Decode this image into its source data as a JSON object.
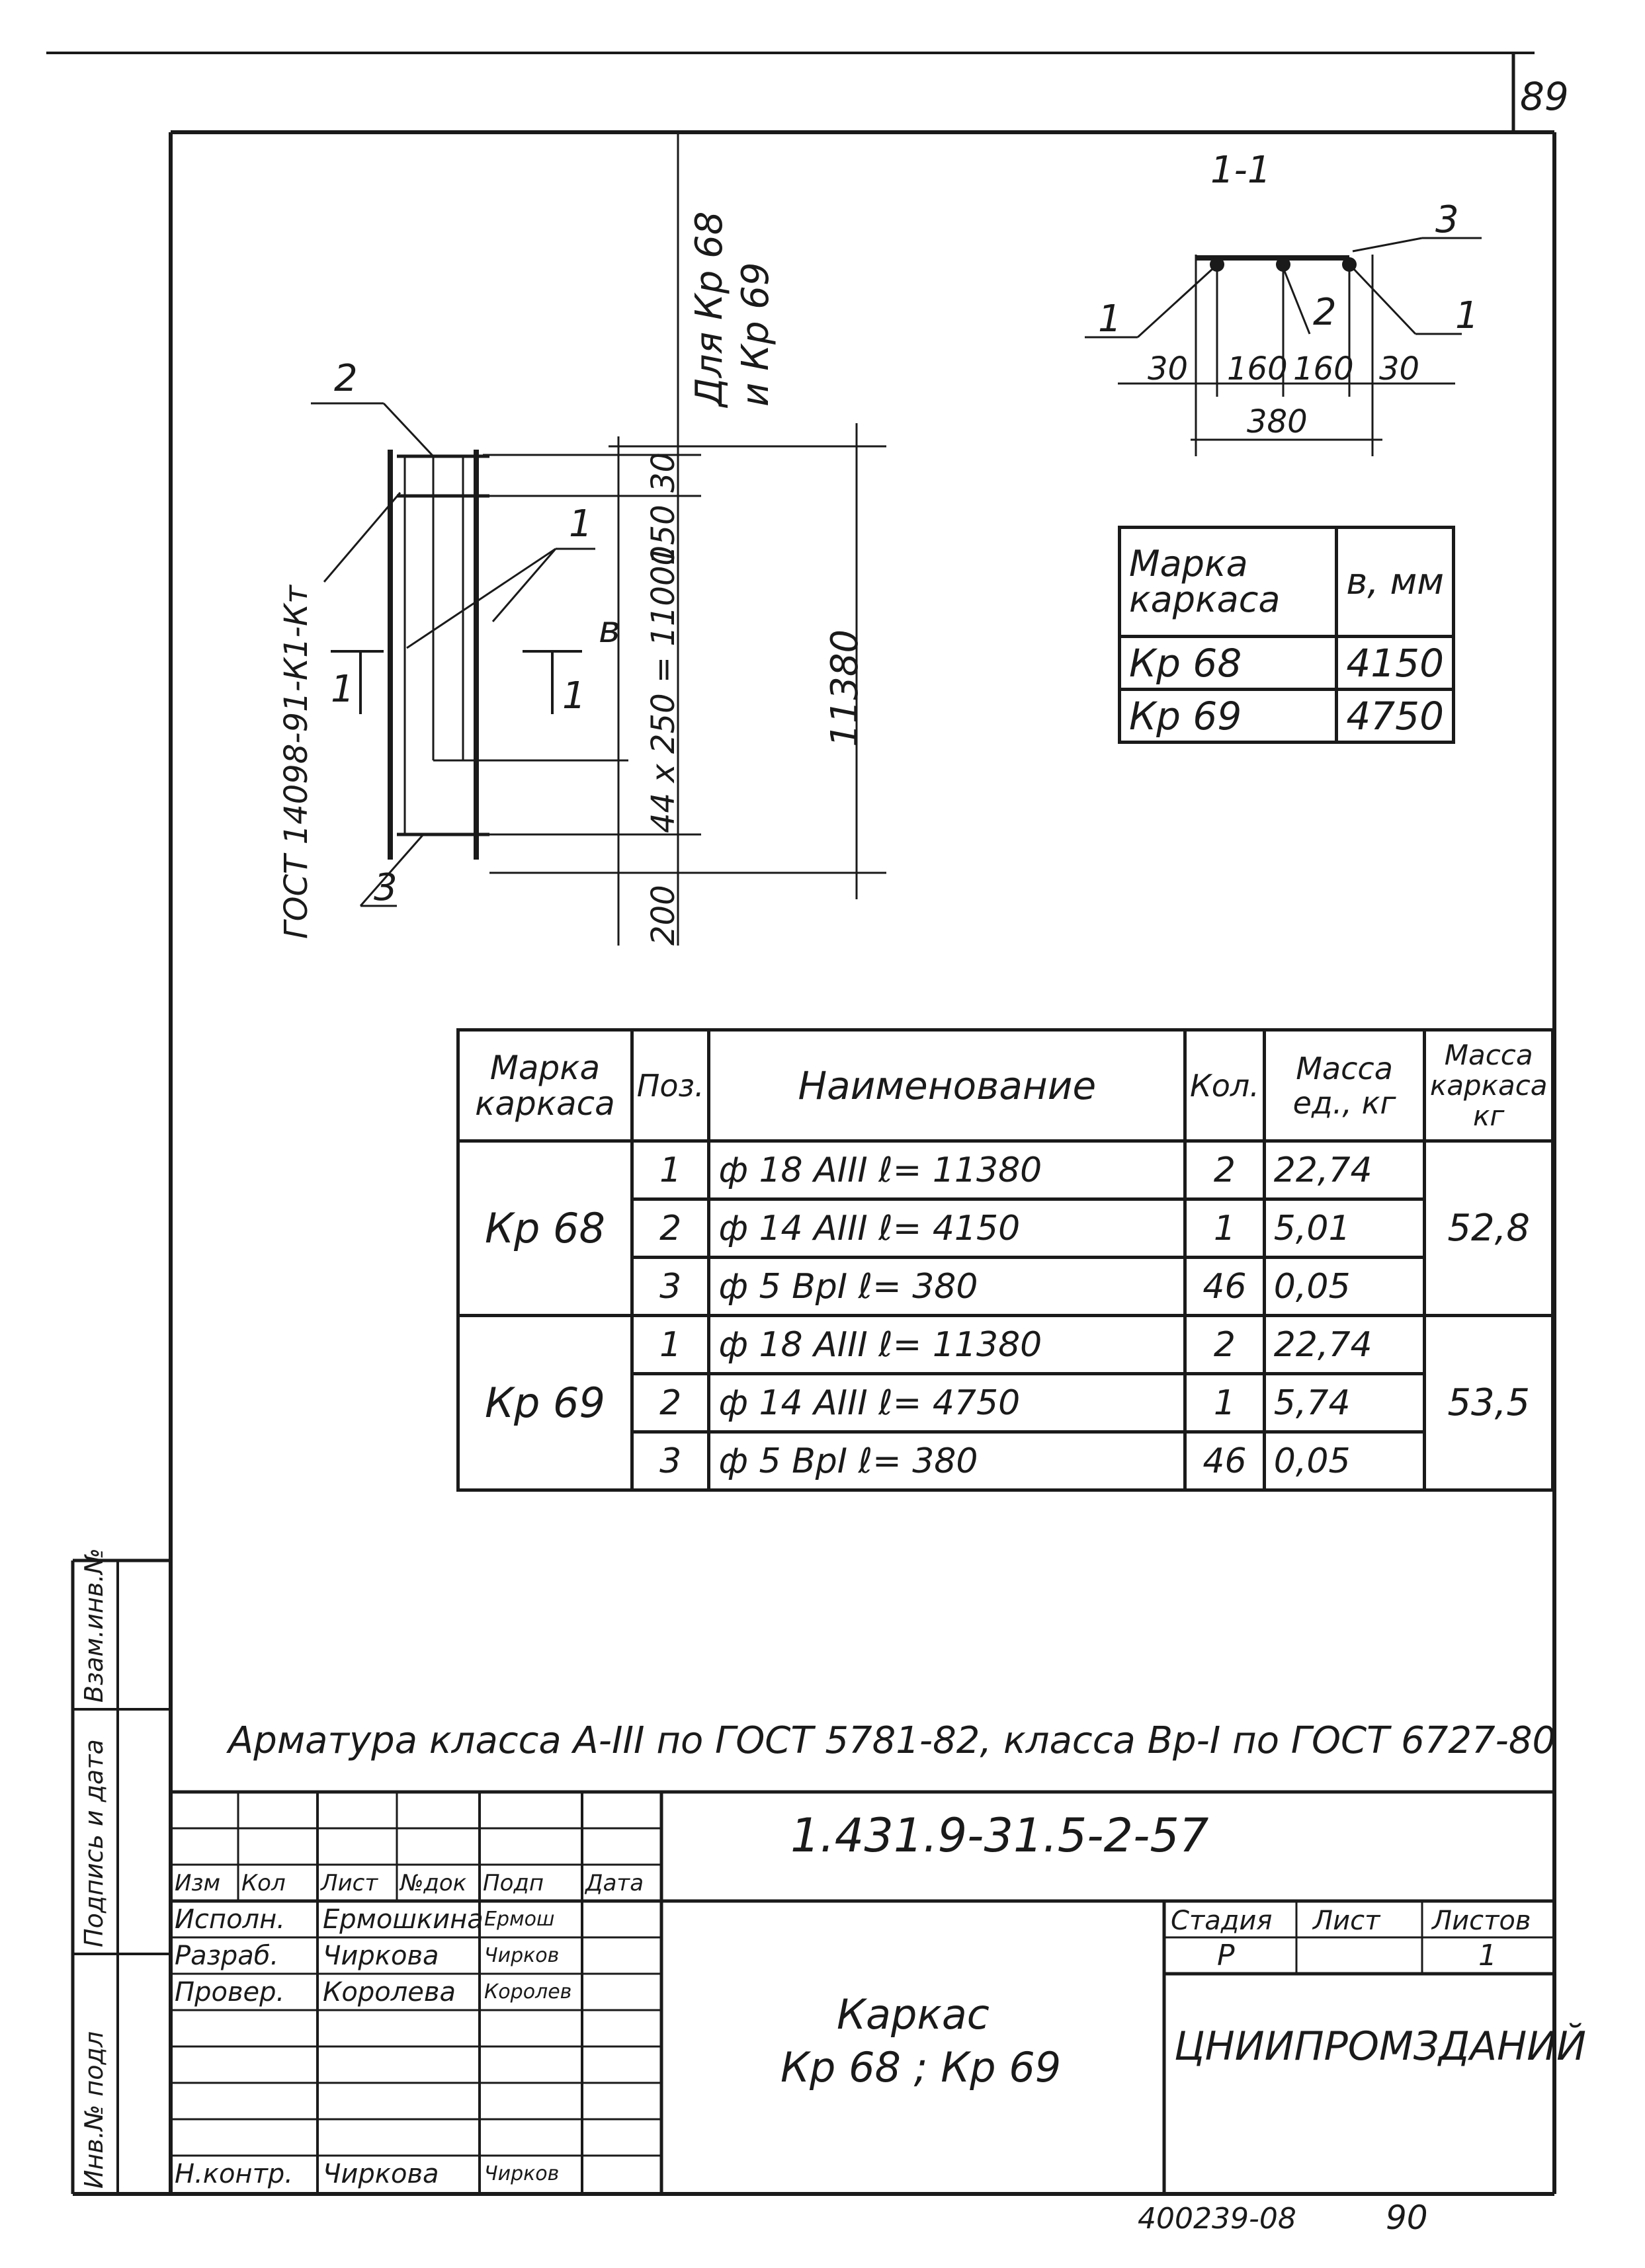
{
  "sheet_number": "89",
  "section": {
    "title": "1-1",
    "leaders": [
      "1",
      "2",
      "3",
      "1"
    ],
    "dims": [
      "30",
      "160",
      "160",
      "30"
    ],
    "total": "380"
  },
  "drawing": {
    "pos_labels": [
      "2",
      "1",
      "3"
    ],
    "gost_ref": "ГОСТ 14098-91-К1-Кт",
    "cut_labels": [
      "1",
      "1"
    ],
    "b_label": "в",
    "dims_vertical": [
      "30",
      "150",
      "44 х 250 = 11000",
      "200",
      "11380"
    ],
    "note_top": "Для Кр 68",
    "note_bottom": "и Кр 69"
  },
  "b_table": {
    "header": [
      "Марка каркаса",
      "в, мм"
    ],
    "rows": [
      [
        "Кр 68",
        "4150"
      ],
      [
        "Кр 69",
        "4750"
      ]
    ]
  },
  "spec_table": {
    "header": [
      "Марка каркаса",
      "Поз.",
      "Наименование",
      "Кол.",
      "Масса ед., кг",
      "Масса каркаса кг"
    ],
    "groups": [
      {
        "mark": "Кр 68",
        "mass_total": "52,8",
        "rows": [
          {
            "pos": "1",
            "name": "ф 18 АIII  ℓ= 11380",
            "qty": "2",
            "mass": "22,74"
          },
          {
            "pos": "2",
            "name": "ф 14 АIII  ℓ= 4150",
            "qty": "1",
            "mass": "5,01"
          },
          {
            "pos": "3",
            "name": "ф 5 ВрI  ℓ= 380",
            "qty": "46",
            "mass": "0,05"
          }
        ]
      },
      {
        "mark": "Кр 69",
        "mass_total": "53,5",
        "rows": [
          {
            "pos": "1",
            "name": "ф 18 АIII  ℓ= 11380",
            "qty": "2",
            "mass": "22,74"
          },
          {
            "pos": "2",
            "name": "ф 14 АIII  ℓ= 4750",
            "qty": "1",
            "mass": "5,74"
          },
          {
            "pos": "3",
            "name": "ф 5 ВрI  ℓ= 380",
            "qty": "46",
            "mass": "0,05"
          }
        ]
      }
    ]
  },
  "note": "Арматура  класса  А-III по ГОСТ 5781-82,  класса Вр-I по ГОСТ 6727-80",
  "side_labels": [
    "Инв.№ подл",
    "Подпись и дата",
    "Взам.инв.№"
  ],
  "title_block": {
    "code": "1.431.9-31.5-2-57",
    "header_cols": [
      "Изм",
      "Кол",
      "Лист",
      "№док",
      "Подп",
      "Дата"
    ],
    "people": [
      {
        "role": "Исполн.",
        "name": "Ермошкина",
        "sign": "Ермош"
      },
      {
        "role": "Разраб.",
        "name": "Чиркова",
        "sign": "Чирков"
      },
      {
        "role": "Провер.",
        "name": "Королева",
        "sign": "Королев"
      },
      {
        "role": "Н.контр.",
        "name": "Чиркова",
        "sign": "Чирков"
      }
    ],
    "name_line1": "Каркас",
    "name_line2": "Кр 68 ;  Кр 69",
    "stage_label": "Стадия",
    "sheet_label": "Лист",
    "sheets_label": "Листов",
    "stage": "Р",
    "sheets": "1",
    "org": "ЦНИИПРОМЗДАНИЙ"
  },
  "footer_code": "400239-08",
  "footer_page": "90"
}
